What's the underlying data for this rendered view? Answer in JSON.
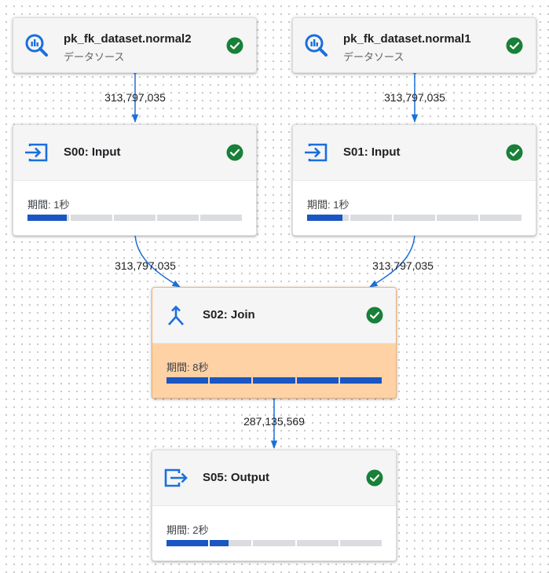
{
  "colors": {
    "accent_blue": "#1a6fdc",
    "bar_blue": "#1a56c4",
    "check_green": "#188038",
    "join_highlight": "#ffd2a6"
  },
  "sources": [
    {
      "name": "pk_fk_dataset.normal2",
      "subtitle": "データソース",
      "icon": "bigquery-icon",
      "status": "success"
    },
    {
      "name": "pk_fk_dataset.normal1",
      "subtitle": "データソース",
      "icon": "bigquery-icon",
      "status": "success"
    }
  ],
  "stages": {
    "s00": {
      "title": "S00: Input",
      "duration": "期間: 1秒",
      "progress": 0.19,
      "icon": "input-icon",
      "status": "success"
    },
    "s01": {
      "title": "S01: Input",
      "duration": "期間: 1秒",
      "progress": 0.17,
      "icon": "input-icon",
      "status": "success"
    },
    "s02": {
      "title": "S02: Join",
      "duration": "期間: 8秒",
      "progress": 1.0,
      "icon": "join-icon",
      "status": "success",
      "highlighted": true
    },
    "s05": {
      "title": "S05: Output",
      "duration": "期間: 2秒",
      "progress": 0.29,
      "icon": "output-icon",
      "status": "success"
    }
  },
  "edges": [
    {
      "from": "pk_fk_dataset.normal2",
      "to": "S00: Input",
      "rows": "313,797,035"
    },
    {
      "from": "pk_fk_dataset.normal1",
      "to": "S01: Input",
      "rows": "313,797,035"
    },
    {
      "from": "S00: Input",
      "to": "S02: Join",
      "rows": "313,797,035"
    },
    {
      "from": "S01: Input",
      "to": "S02: Join",
      "rows": "313,797,035"
    },
    {
      "from": "S02: Join",
      "to": "S05: Output",
      "rows": "287,135,569"
    }
  ]
}
